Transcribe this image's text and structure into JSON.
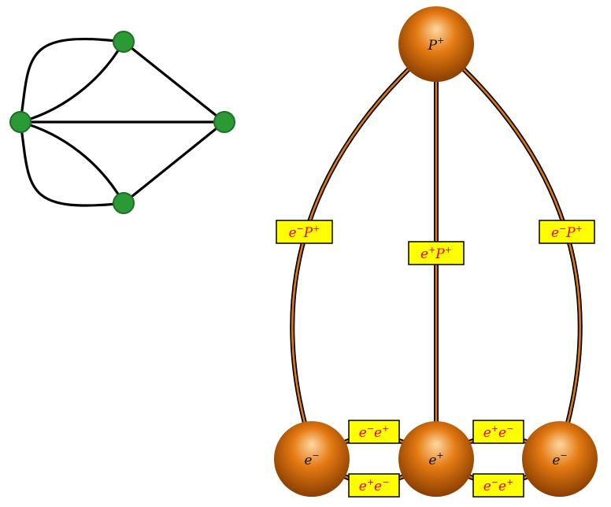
{
  "graph_left": {
    "node_color": "#2a9a34",
    "node_stroke": "#1f6e26",
    "edge_color": "#000000",
    "nodes": [
      "top",
      "left",
      "right",
      "bottom"
    ]
  },
  "molecule": {
    "sphere_color_light": "#ffcf92",
    "sphere_color_mid": "#e07810",
    "sphere_color_dark": "#8a3e00",
    "bond_color": "#e07810",
    "label_bg": "#ffff00",
    "label_text_color": "#e8001c",
    "nodes": {
      "proton": {
        "base": "P",
        "sup": "+"
      },
      "electron_left": {
        "base": "e",
        "sup": "−"
      },
      "positron_center": {
        "base": "e",
        "sup": "+"
      },
      "electron_right": {
        "base": "e",
        "sup": "−"
      }
    },
    "edge_labels": {
      "left_arc": {
        "a": "e",
        "as": "−",
        "b": "P",
        "bs": "+"
      },
      "center": {
        "a": "e",
        "as": "+",
        "b": "P",
        "bs": "+"
      },
      "right_arc": {
        "a": "e",
        "as": "−",
        "b": "P",
        "bs": "+"
      },
      "bottom_left_upper": {
        "a": "e",
        "as": "−",
        "b": "e",
        "bs": "+"
      },
      "bottom_left_lower": {
        "a": "e",
        "as": "+",
        "b": "e",
        "bs": "−"
      },
      "bottom_right_upper": {
        "a": "e",
        "as": "+",
        "b": "e",
        "bs": "−"
      },
      "bottom_right_lower": {
        "a": "e",
        "as": "−",
        "b": "e",
        "bs": "+"
      }
    }
  }
}
